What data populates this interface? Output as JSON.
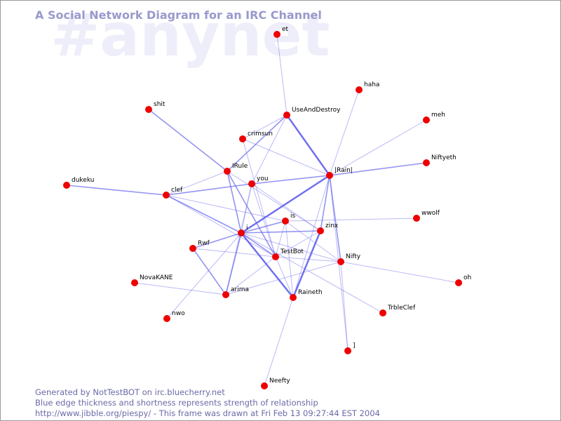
{
  "watermark": "#anynet",
  "title": "A Social Network Diagram for an IRC Channel",
  "footer": {
    "line1": "Generated by NotTestBOT on irc.bluecherry.net",
    "line2": "Blue edge thickness and shortness represents strength of relationship",
    "line3": "http://www.jibble.org/piespy/ - This frame was drawn at Fri Feb 13 09:27:44 EST 2004"
  },
  "colors": {
    "node_fill": "#ee0000",
    "edge": "#6666ee",
    "title": "#9999cc",
    "watermark": "#eeeefa",
    "footer": "#6a6aa8"
  },
  "nodes": [
    {
      "id": "et",
      "label": "et"
    },
    {
      "id": "haha",
      "label": "haha"
    },
    {
      "id": "UseAndDestroy",
      "label": "UseAndDestroy"
    },
    {
      "id": "meh",
      "label": "meh"
    },
    {
      "id": "shit",
      "label": "shit"
    },
    {
      "id": "crimsun",
      "label": "crimsun"
    },
    {
      "id": "Niftyeth",
      "label": "Niftyeth"
    },
    {
      "id": "IRule",
      "label": "IRule"
    },
    {
      "id": "Rain",
      "label": "|Rain|"
    },
    {
      "id": "dukeku",
      "label": "dukeku"
    },
    {
      "id": "you",
      "label": "you"
    },
    {
      "id": "clef",
      "label": "clef"
    },
    {
      "id": "wwolf",
      "label": "wwolf"
    },
    {
      "id": "is",
      "label": "is"
    },
    {
      "id": "zinx",
      "label": "zinx"
    },
    {
      "id": "i",
      "label": "i"
    },
    {
      "id": "Rwf",
      "label": "Rwf"
    },
    {
      "id": "TestBot",
      "label": "TestBot"
    },
    {
      "id": "Nifty",
      "label": "Nifty"
    },
    {
      "id": "NovaKANE",
      "label": "NovaKANE"
    },
    {
      "id": "oh",
      "label": "oh"
    },
    {
      "id": "arima",
      "label": "arima"
    },
    {
      "id": "Raineth",
      "label": "Raineth"
    },
    {
      "id": "TrbleClef",
      "label": "TrbleClef"
    },
    {
      "id": "nwo",
      "label": "nwo"
    },
    {
      "id": "bracket",
      "label": "]"
    },
    {
      "id": "Neefty",
      "label": "Neefty"
    }
  ],
  "edges": [
    {
      "source": "et",
      "target": "UseAndDestroy",
      "strength": 1
    },
    {
      "source": "haha",
      "target": "Rain",
      "strength": 1
    },
    {
      "source": "UseAndDestroy",
      "target": "Rain",
      "strength": 3
    },
    {
      "source": "UseAndDestroy",
      "target": "IRule",
      "strength": 2
    },
    {
      "source": "UseAndDestroy",
      "target": "you",
      "strength": 1
    },
    {
      "source": "UseAndDestroy",
      "target": "crimsun",
      "strength": 1
    },
    {
      "source": "meh",
      "target": "Rain",
      "strength": 1
    },
    {
      "source": "shit",
      "target": "IRule",
      "strength": 2
    },
    {
      "source": "crimsun",
      "target": "Rain",
      "strength": 1
    },
    {
      "source": "crimsun",
      "target": "TestBot",
      "strength": 1
    },
    {
      "source": "Niftyeth",
      "target": "Rain",
      "strength": 2
    },
    {
      "source": "IRule",
      "target": "clef",
      "strength": 1
    },
    {
      "source": "IRule",
      "target": "i",
      "strength": 2
    },
    {
      "source": "IRule",
      "target": "TestBot",
      "strength": 2
    },
    {
      "source": "IRule",
      "target": "zinx",
      "strength": 1
    },
    {
      "source": "Rain",
      "target": "you",
      "strength": 2
    },
    {
      "source": "Rain",
      "target": "i",
      "strength": 3
    },
    {
      "source": "Rain",
      "target": "zinx",
      "strength": 2
    },
    {
      "source": "Rain",
      "target": "Nifty",
      "strength": 2
    },
    {
      "source": "Rain",
      "target": "Raineth",
      "strength": 1
    },
    {
      "source": "Rain",
      "target": "bracket",
      "strength": 1
    },
    {
      "source": "dukeku",
      "target": "clef",
      "strength": 2
    },
    {
      "source": "clef",
      "target": "you",
      "strength": 2
    },
    {
      "source": "clef",
      "target": "i",
      "strength": 2
    },
    {
      "source": "clef",
      "target": "is",
      "strength": 1
    },
    {
      "source": "clef",
      "target": "TestBot",
      "strength": 1
    },
    {
      "source": "you",
      "target": "i",
      "strength": 1
    },
    {
      "source": "you",
      "target": "TestBot",
      "strength": 1
    },
    {
      "source": "you",
      "target": "arima",
      "strength": 1
    },
    {
      "source": "you",
      "target": "zinx",
      "strength": 1
    },
    {
      "source": "is",
      "target": "i",
      "strength": 2
    },
    {
      "source": "is",
      "target": "wwolf",
      "strength": 1
    },
    {
      "source": "is",
      "target": "TestBot",
      "strength": 1
    },
    {
      "source": "is",
      "target": "Nifty",
      "strength": 1
    },
    {
      "source": "is",
      "target": "Raineth",
      "strength": 1
    },
    {
      "source": "zinx",
      "target": "i",
      "strength": 2
    },
    {
      "source": "zinx",
      "target": "Raineth",
      "strength": 3
    },
    {
      "source": "zinx",
      "target": "TestBot",
      "strength": 1
    },
    {
      "source": "i",
      "target": "Rwf",
      "strength": 2
    },
    {
      "source": "i",
      "target": "TestBot",
      "strength": 2
    },
    {
      "source": "i",
      "target": "arima",
      "strength": 2
    },
    {
      "source": "i",
      "target": "Raineth",
      "strength": 3
    },
    {
      "source": "i",
      "target": "Nifty",
      "strength": 1
    },
    {
      "source": "i",
      "target": "TrbleClef",
      "strength": 1
    },
    {
      "source": "i",
      "target": "nwo",
      "strength": 1
    },
    {
      "source": "Rwf",
      "target": "arima",
      "strength": 2
    },
    {
      "source": "Rwf",
      "target": "TestBot",
      "strength": 1
    },
    {
      "source": "TestBot",
      "target": "Nifty",
      "strength": 1
    },
    {
      "source": "TestBot",
      "target": "Raineth",
      "strength": 1
    },
    {
      "source": "TestBot",
      "target": "arima",
      "strength": 1
    },
    {
      "source": "Nifty",
      "target": "oh",
      "strength": 1
    },
    {
      "source": "Nifty",
      "target": "arima",
      "strength": 1
    },
    {
      "source": "Nifty",
      "target": "bracket",
      "strength": 1
    },
    {
      "source": "NovaKANE",
      "target": "arima",
      "strength": 1
    },
    {
      "source": "Raineth",
      "target": "Neefty",
      "strength": 1
    }
  ]
}
